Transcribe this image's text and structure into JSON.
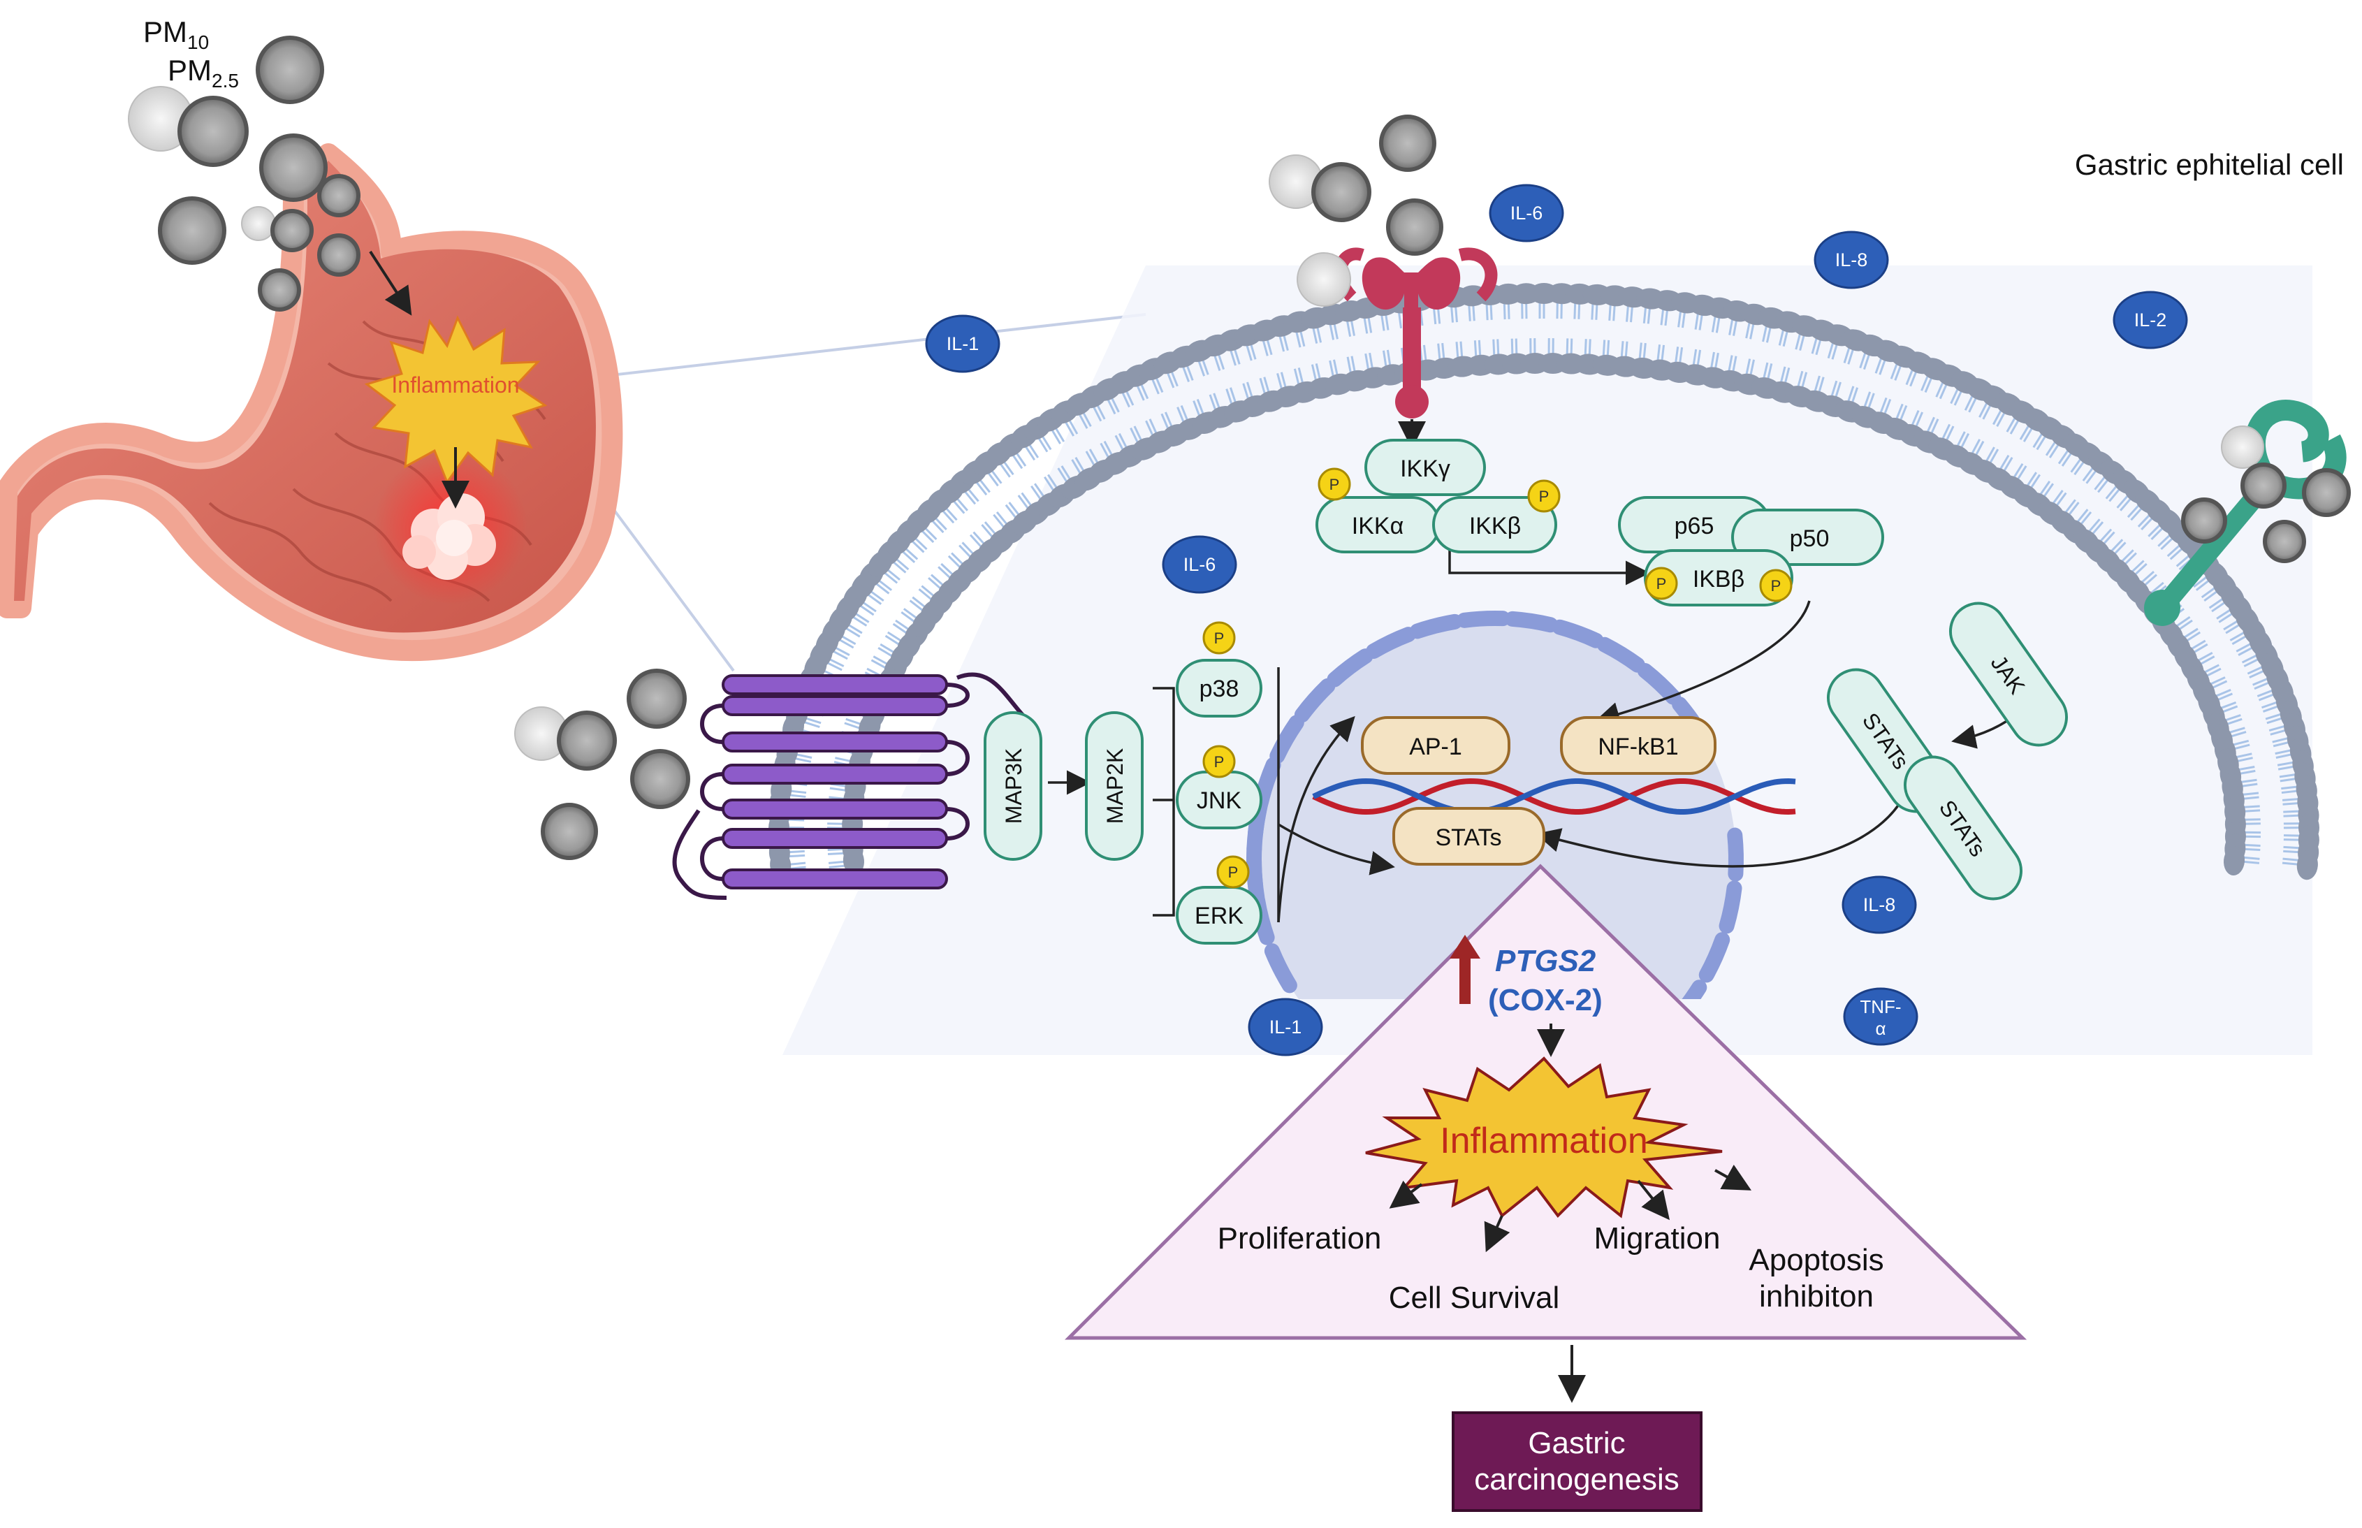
{
  "pollutants": {
    "pm10": "PM",
    "pm10_sub": "10",
    "pm25": "PM",
    "pm25_sub": "2.5"
  },
  "stomach": {
    "inflammation_label": "Inflammation"
  },
  "cell": {
    "title": "Gastric ephitelial cell"
  },
  "cytokines": [
    "IL-6",
    "IL-8",
    "IL-1",
    "IL-2",
    "IL-6",
    "IL-8",
    "IL-1",
    "TNF-",
    "α"
  ],
  "nfkb_pathway": {
    "ikk_gamma": "IKKγ",
    "ikk_alpha": "IKKα",
    "ikk_beta": "IKKβ",
    "p65": "p65",
    "p50": "p50",
    "ikb_beta": "IKBβ",
    "phospho": "P"
  },
  "mapk_pathway": {
    "map3k": "MAP3K",
    "map2k": "MAP2K",
    "p38": "p38",
    "jnk": "JNK",
    "erk": "ERK"
  },
  "jak_pathway": {
    "jak": "JAK",
    "stats_1": "STATs",
    "stats_2": "STATs"
  },
  "nucleus": {
    "ap1": "AP-1",
    "nfkb1": "NF-kB1",
    "stats": "STATs"
  },
  "outcome": {
    "gene": "PTGS2",
    "protein": "(COX-2)",
    "inflammation": "Inflammation",
    "effects": [
      "Proliferation",
      "Cell Survival",
      "Migration",
      "Apoptosis",
      "inhibiton"
    ],
    "result_line1": "Gastric",
    "result_line2": "carcinogenesis"
  },
  "colors": {
    "cytokine": "#2d5fb8",
    "receptor_red": "#c2395a",
    "receptor_green": "#3aa389",
    "gpcr_purple": "#8d5bc9",
    "pathway_box": "#dff2ee",
    "nucleus_factor": "#f4e3c3",
    "phospho": "#f5d316",
    "starburst": "#f3c433",
    "outcome_box": "#6e1a55",
    "triangle": "#f9ecf8"
  }
}
